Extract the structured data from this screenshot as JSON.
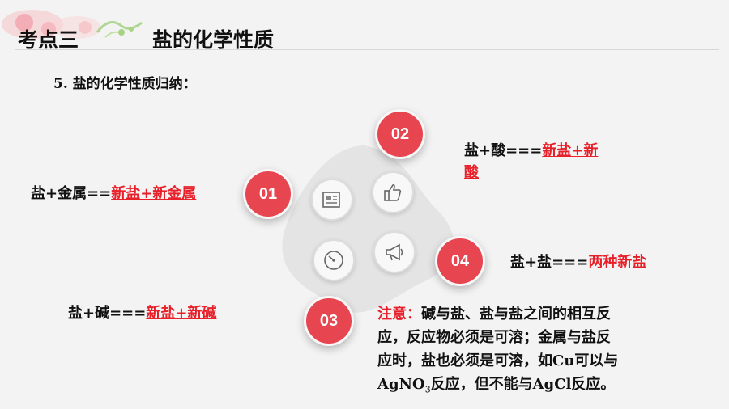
{
  "header": {
    "section_label": "考点三",
    "section_title": "盐的化学性质"
  },
  "subheading": "5. 盐的化学性质归纳：",
  "items": [
    {
      "number": "01",
      "prefix": "盐+金属==",
      "result": "新盐+新金属"
    },
    {
      "number": "02",
      "prefix": "盐+酸===",
      "result_line1": "新盐+新",
      "result_line2": "酸"
    },
    {
      "number": "03",
      "prefix": "盐+碱===",
      "result": "新盐+新碱"
    },
    {
      "number": "04",
      "prefix": "盐+盐===",
      "result": "两种新盐"
    }
  ],
  "icons": [
    "newspaper-icon",
    "thumbs-up-icon",
    "gauge-icon",
    "megaphone-icon"
  ],
  "note": {
    "label": "注意：",
    "line1": "碱与盐、盐与盐之间的相互反",
    "line2": "应，反应物必须是可溶；金属与盐反",
    "line3": "应时，盐也必须是可溶，如Cu可以与",
    "line4_pre": "AgNO",
    "line4_sub": "3",
    "line4_post": "反应，但不能与AgCl反应。"
  },
  "colors": {
    "accent": "#e7454f",
    "emphasis": "#e8202a"
  }
}
